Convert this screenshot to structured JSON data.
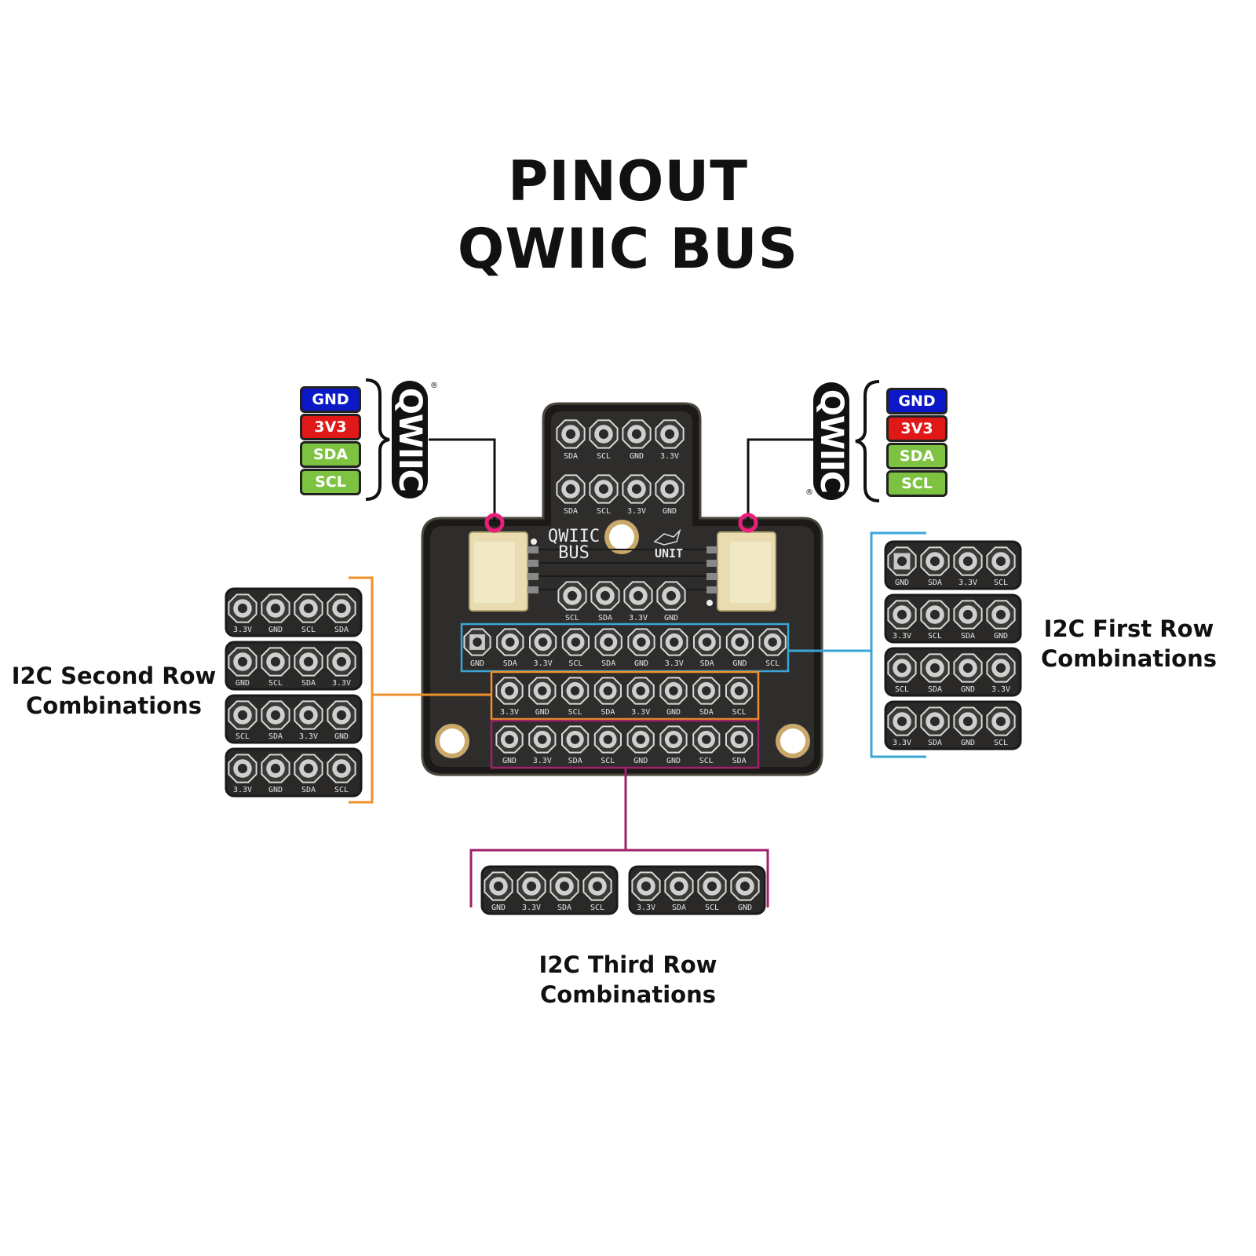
{
  "title": {
    "line1": "PINOUT",
    "line2": "QWIIC BUS"
  },
  "qwiic_left": {
    "pins": [
      {
        "label": "GND",
        "color": "#0a18c8"
      },
      {
        "label": "3V3",
        "color": "#e01818"
      },
      {
        "label": "SDA",
        "color": "#7ec242"
      },
      {
        "label": "SCL",
        "color": "#7ec242"
      }
    ],
    "logo": "QWIIC",
    "reg_mark": "®"
  },
  "qwiic_right": {
    "pins": [
      {
        "label": "GND",
        "color": "#0a18c8"
      },
      {
        "label": "3V3",
        "color": "#e01818"
      },
      {
        "label": "SDA",
        "color": "#7ec242"
      },
      {
        "label": "SCL",
        "color": "#7ec242"
      }
    ],
    "logo": "QWIIC",
    "reg_mark": "®"
  },
  "board": {
    "name_line1": "QWIIC",
    "name_line2": "BUS",
    "brand": "UNIT",
    "top_row1": [
      "SDA",
      "SCL",
      "GND",
      "3.3V"
    ],
    "top_row2": [
      "SDA",
      "SCL",
      "3.3V",
      "GND"
    ],
    "mid_row": [
      "SCL",
      "SDA",
      "3.3V",
      "GND"
    ],
    "row1": [
      "GND",
      "SDA",
      "3.3V",
      "SCL",
      "SDA",
      "GND",
      "3.3V",
      "SDA",
      "GND",
      "SCL"
    ],
    "row2": [
      "3.3V",
      "GND",
      "SCL",
      "SDA",
      "3.3V",
      "GND",
      "SDA",
      "SCL"
    ],
    "row3": [
      "GND",
      "3.3V",
      "SDA",
      "SCL",
      "GND",
      "GND",
      "SCL",
      "SDA"
    ]
  },
  "first_row": {
    "label_line1": "I2C First Row",
    "label_line2": "Combinations",
    "color": "#3aa6d6",
    "headers": [
      [
        "GND",
        "SDA",
        "3.3V",
        "SCL"
      ],
      [
        "3.3V",
        "SCL",
        "SDA",
        "GND"
      ],
      [
        "SCL",
        "SDA",
        "GND",
        "3.3V"
      ],
      [
        "3.3V",
        "SDA",
        "GND",
        "SCL"
      ]
    ]
  },
  "second_row": {
    "label_line1": "I2C Second Row",
    "label_line2": "Combinations",
    "color": "#f0902a",
    "headers": [
      [
        "3.3V",
        "GND",
        "SCL",
        "SDA"
      ],
      [
        "GND",
        "SCL",
        "SDA",
        "3.3V"
      ],
      [
        "SCL",
        "SDA",
        "3.3V",
        "GND"
      ],
      [
        "3.3V",
        "GND",
        "SDA",
        "SCL"
      ]
    ]
  },
  "third_row": {
    "label_line1": "I2C Third Row",
    "label_line2": "Combinations",
    "color": "#a0206a",
    "headers": [
      [
        "GND",
        "3.3V",
        "SDA",
        "SCL"
      ],
      [
        "3.3V",
        "SDA",
        "SCL",
        "GND"
      ]
    ]
  },
  "connector_marker_color": "#e8207a"
}
